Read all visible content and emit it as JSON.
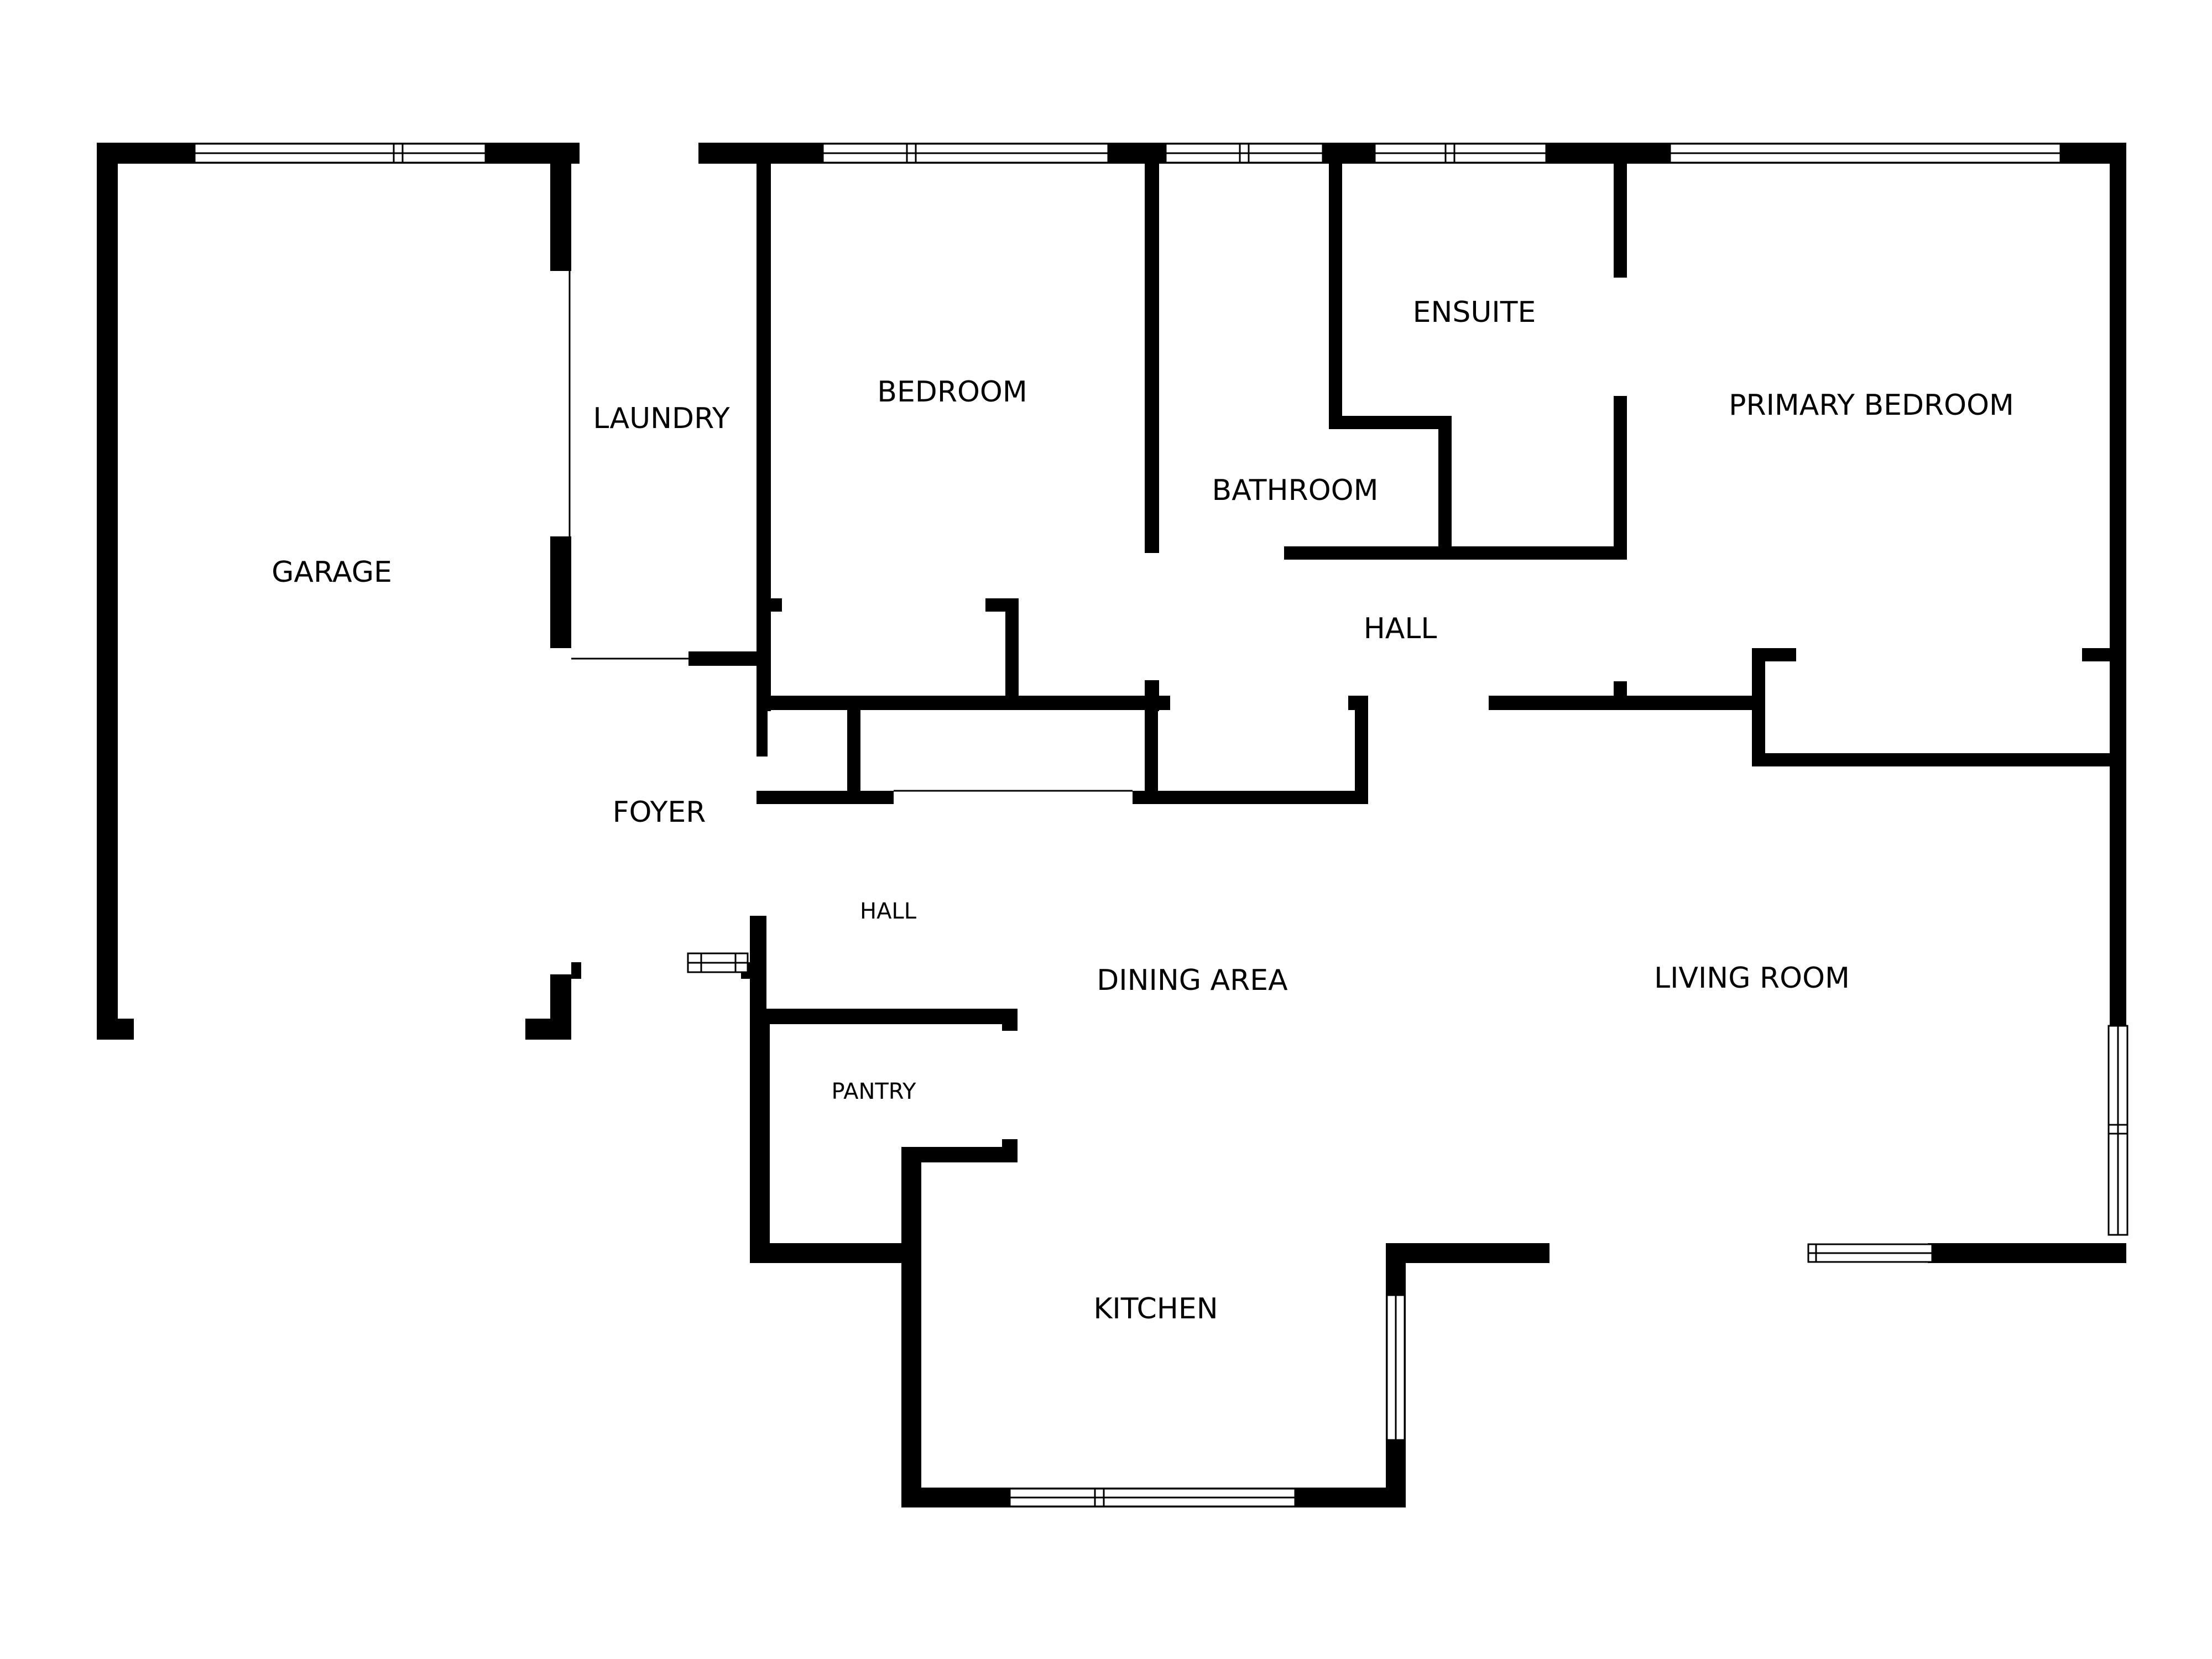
{
  "floor_plan": {
    "rooms": {
      "garage": "GARAGE",
      "laundry": "LAUNDRY",
      "bedroom": "BEDROOM",
      "bathroom": "BATHROOM",
      "ensuite": "ENSUITE",
      "primary_bedroom": "PRIMARY BEDROOM",
      "hall_upper": "HALL",
      "foyer": "FOYER",
      "hall_lower": "HALL",
      "dining_area": "DINING AREA",
      "living_room": "LIVING ROOM",
      "pantry": "PANTRY",
      "kitchen": "KITCHEN"
    },
    "colors": {
      "wall": "#000000",
      "background": "#ffffff"
    }
  }
}
